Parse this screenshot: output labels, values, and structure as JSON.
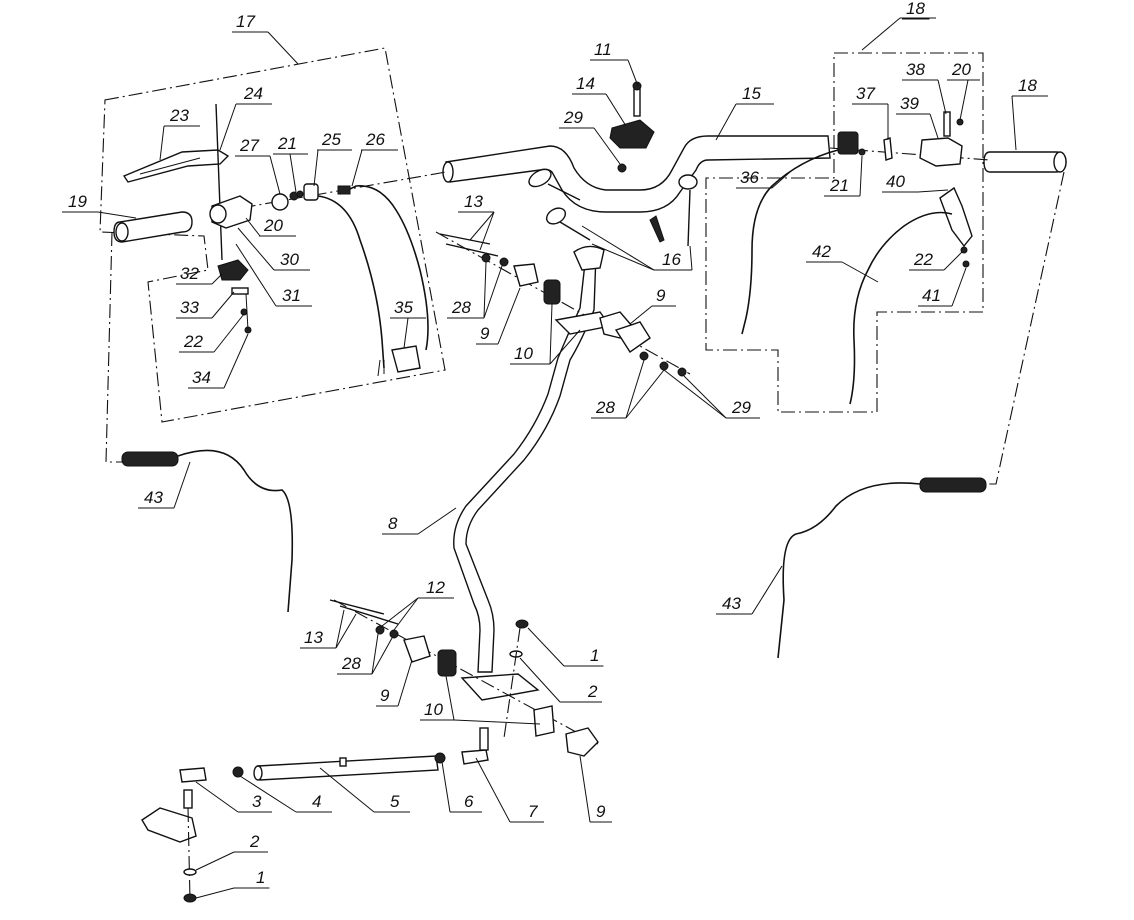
{
  "callouts": [
    {
      "id": "c1a",
      "label": "1"
    },
    {
      "id": "c1b",
      "label": "1"
    },
    {
      "id": "c2a",
      "label": "2"
    },
    {
      "id": "c2b",
      "label": "2"
    },
    {
      "id": "c3",
      "label": "3"
    },
    {
      "id": "c4",
      "label": "4"
    },
    {
      "id": "c5",
      "label": "5"
    },
    {
      "id": "c6",
      "label": "6"
    },
    {
      "id": "c7",
      "label": "7"
    },
    {
      "id": "c8",
      "label": "8"
    },
    {
      "id": "c9a",
      "label": "9"
    },
    {
      "id": "c9b",
      "label": "9"
    },
    {
      "id": "c9c",
      "label": "9"
    },
    {
      "id": "c9d",
      "label": "9"
    },
    {
      "id": "c10a",
      "label": "10"
    },
    {
      "id": "c10b",
      "label": "10"
    },
    {
      "id": "c11",
      "label": "11"
    },
    {
      "id": "c12",
      "label": "12"
    },
    {
      "id": "c13a",
      "label": "13"
    },
    {
      "id": "c13b",
      "label": "13"
    },
    {
      "id": "c14",
      "label": "14"
    },
    {
      "id": "c15",
      "label": "15"
    },
    {
      "id": "c16",
      "label": "16"
    },
    {
      "id": "c17",
      "label": "17"
    },
    {
      "id": "c18a",
      "label": "18"
    },
    {
      "id": "c18b",
      "label": "18"
    },
    {
      "id": "c19",
      "label": "19"
    },
    {
      "id": "c20a",
      "label": "20"
    },
    {
      "id": "c20b",
      "label": "20"
    },
    {
      "id": "c21a",
      "label": "21"
    },
    {
      "id": "c21b",
      "label": "21"
    },
    {
      "id": "c22a",
      "label": "22"
    },
    {
      "id": "c22b",
      "label": "22"
    },
    {
      "id": "c23",
      "label": "23"
    },
    {
      "id": "c24",
      "label": "24"
    },
    {
      "id": "c25",
      "label": "25"
    },
    {
      "id": "c26",
      "label": "26"
    },
    {
      "id": "c27",
      "label": "27"
    },
    {
      "id": "c28a",
      "label": "28"
    },
    {
      "id": "c28b",
      "label": "28"
    },
    {
      "id": "c28c",
      "label": "28"
    },
    {
      "id": "c29a",
      "label": "29"
    },
    {
      "id": "c29b",
      "label": "29"
    },
    {
      "id": "c30",
      "label": "30"
    },
    {
      "id": "c31",
      "label": "31"
    },
    {
      "id": "c32",
      "label": "32"
    },
    {
      "id": "c33",
      "label": "33"
    },
    {
      "id": "c34",
      "label": "34"
    },
    {
      "id": "c35",
      "label": "35"
    },
    {
      "id": "c36",
      "label": "36"
    },
    {
      "id": "c37",
      "label": "37"
    },
    {
      "id": "c38",
      "label": "38"
    },
    {
      "id": "c39",
      "label": "39"
    },
    {
      "id": "c40",
      "label": "40"
    },
    {
      "id": "c41",
      "label": "41"
    },
    {
      "id": "c42",
      "label": "42"
    },
    {
      "id": "c43a",
      "label": "43"
    },
    {
      "id": "c43b",
      "label": "43"
    }
  ]
}
